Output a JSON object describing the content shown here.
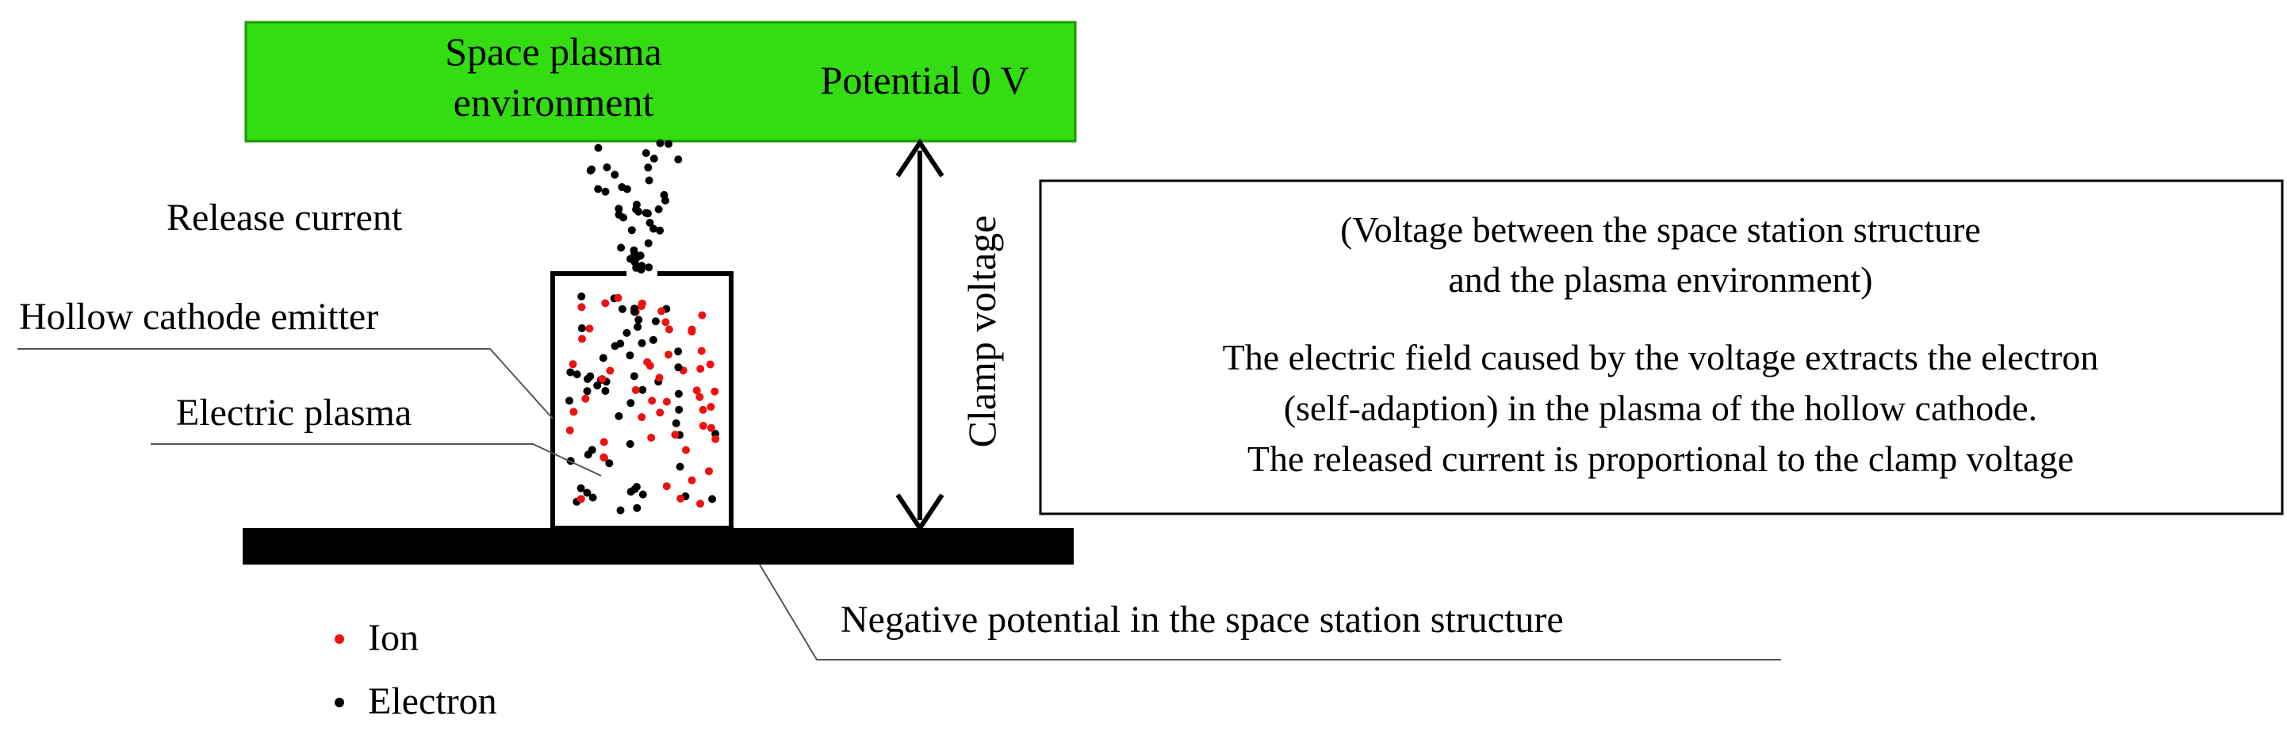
{
  "environment": {
    "label_line1": "Space plasma",
    "label_line2": "environment",
    "potential": "Potential 0 V",
    "fill_color": "#33dd11"
  },
  "labels": {
    "release_current": "Release current",
    "hollow_cathode_emitter": "Hollow cathode emitter",
    "electric_plasma": "Electric plasma",
    "clamp_voltage": "Clamp voltage",
    "negative_potential": "Negative potential in the space station structure"
  },
  "explanation": {
    "line1": "(Voltage between the space station structure",
    "line2": "and the plasma environment)",
    "line3": "The electric field caused by the voltage extracts the electron",
    "line4": "(self-adaption) in the plasma of the hollow cathode.",
    "line5": "The released current is proportional to the clamp voltage"
  },
  "legend": {
    "ion": "Ion",
    "electron": "Electron",
    "ion_color": "#ee1111",
    "electron_color": "#000000"
  }
}
